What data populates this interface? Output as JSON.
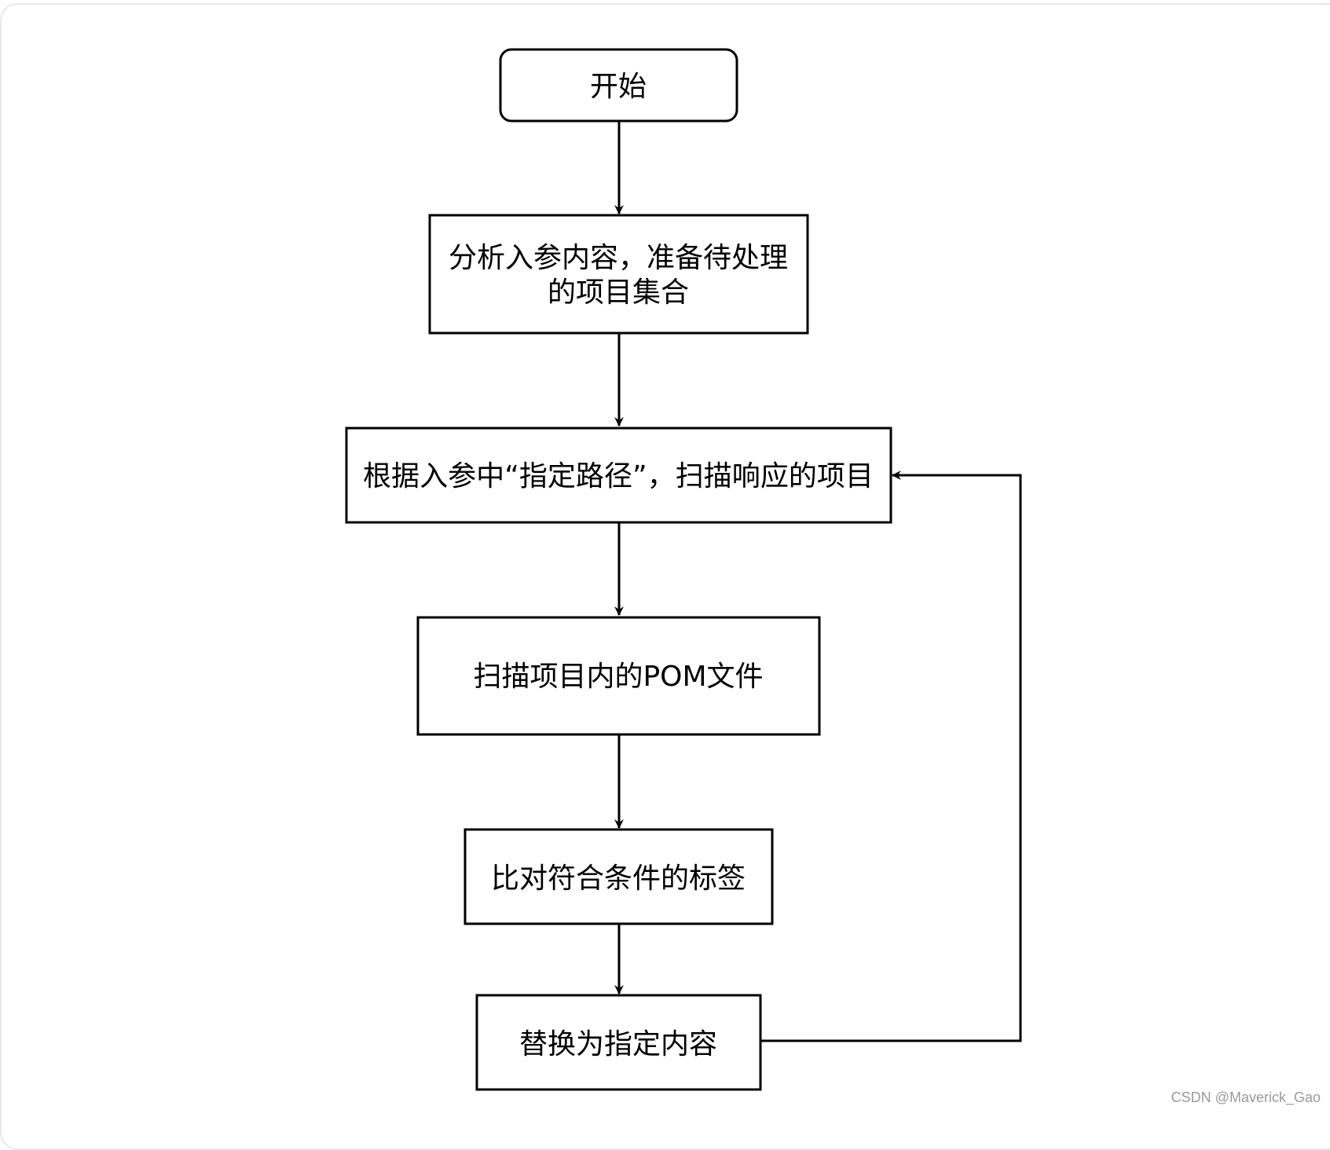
{
  "flowchart": {
    "nodes": [
      {
        "id": "start",
        "label_lines": [
          "开始"
        ]
      },
      {
        "id": "analyze",
        "label_lines": [
          "分析入参内容，准备待处理",
          "的项目集合"
        ]
      },
      {
        "id": "scan-projects",
        "label_lines": [
          "根据入参中“指定路径”，扫描响应的项目"
        ]
      },
      {
        "id": "scan-pom",
        "label_lines": [
          "扫描项目内的POM文件"
        ]
      },
      {
        "id": "compare",
        "label_lines": [
          "比对符合条件的标签"
        ]
      },
      {
        "id": "replace",
        "label_lines": [
          "替换为指定内容"
        ]
      }
    ],
    "edges": [
      {
        "from": "start",
        "to": "analyze"
      },
      {
        "from": "analyze",
        "to": "scan-projects"
      },
      {
        "from": "scan-projects",
        "to": "scan-pom"
      },
      {
        "from": "scan-pom",
        "to": "compare"
      },
      {
        "from": "compare",
        "to": "replace"
      },
      {
        "from": "replace",
        "to": "scan-projects"
      }
    ]
  },
  "watermark": "CSDN @Maverick_Gao"
}
